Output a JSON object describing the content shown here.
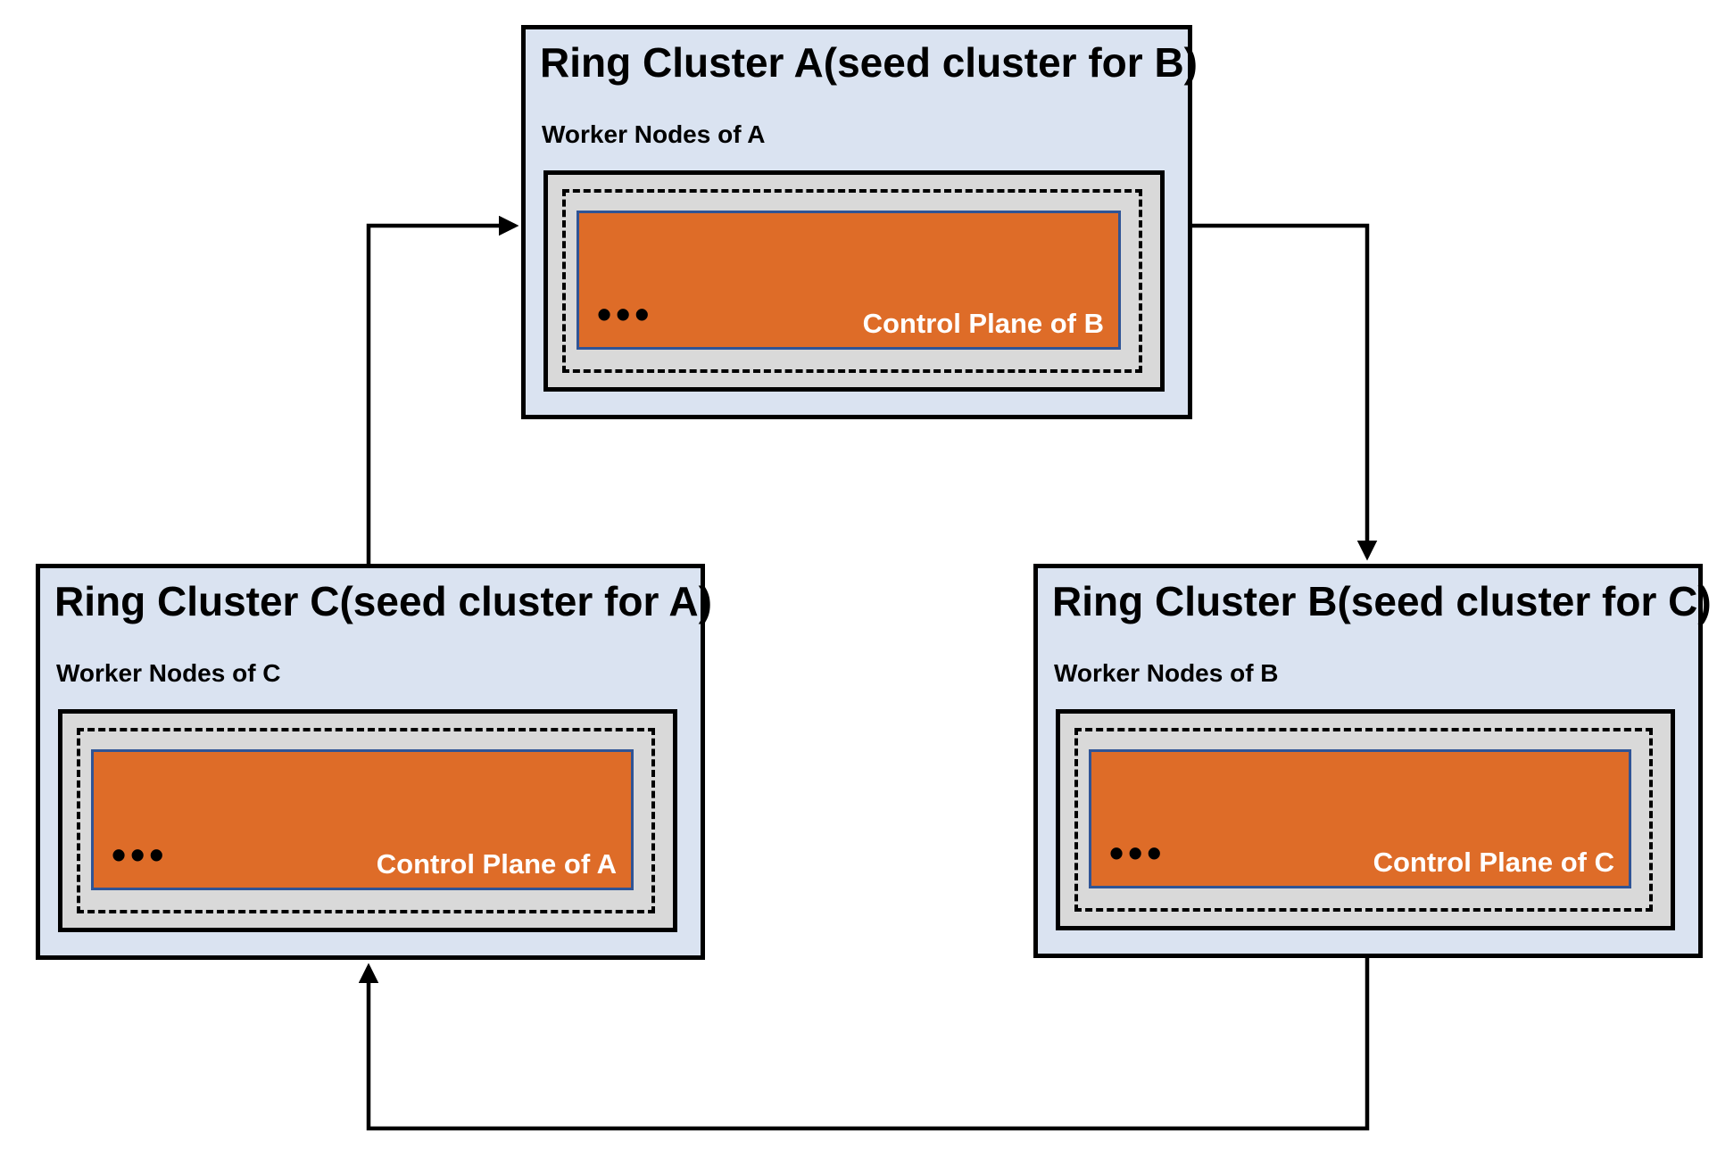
{
  "diagram": {
    "clusters": [
      {
        "name": "Ring Cluster A",
        "seed_note": "(seed cluster for B)",
        "worker_nodes_label": "Worker Nodes of A",
        "control_plane_label": "Control Plane of B",
        "ellipsis": "•••"
      },
      {
        "name": "Ring Cluster B",
        "seed_note": "(seed cluster for C)",
        "worker_nodes_label": "Worker Nodes of B",
        "control_plane_label": "Control Plane of C",
        "ellipsis": "•••"
      },
      {
        "name": "Ring Cluster C",
        "seed_note": "(seed cluster for A)",
        "worker_nodes_label": "Worker Nodes of C",
        "control_plane_label": "Control Plane of A",
        "ellipsis": "•••"
      }
    ],
    "colors": {
      "cluster_fill": "#dae3f1",
      "worker_nodes_fill": "#d9d9d9",
      "control_plane_fill": "#de6c28",
      "control_plane_border": "#2f5496",
      "arrow_line": "#000000"
    }
  }
}
